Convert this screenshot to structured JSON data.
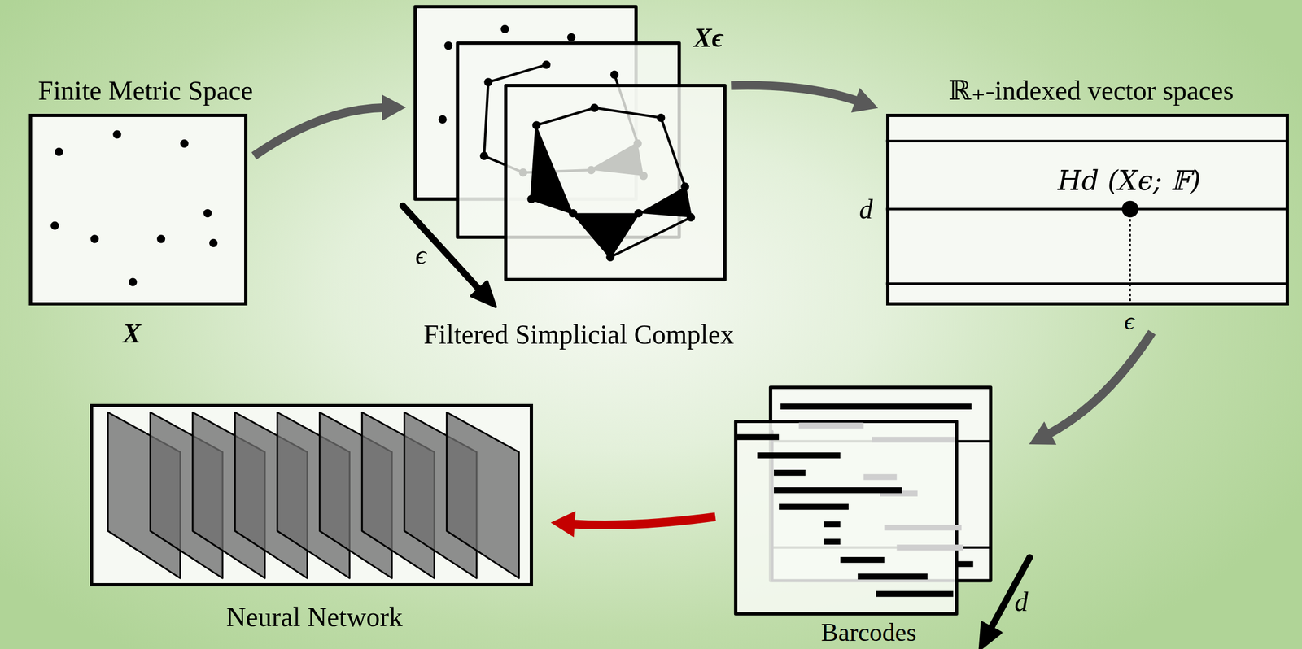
{
  "diagram": {
    "nodes": [
      {
        "text": [
          "Finite Metric Space",
          "X"
        ]
      },
      {
        "text": [
          "Filtered Simplicial Complex"
        ]
      },
      {
        "text": [
          "ℝ₊-indexed vector spaces"
        ]
      },
      {
        "text": [
          "Barcodes"
        ]
      },
      {
        "text": [
          "Neural Network"
        ]
      }
    ],
    "edges": [
      {
        "from": 0,
        "to": 1,
        "arrow": "to"
      },
      {
        "from": 1,
        "to": 2,
        "arrow": "to"
      },
      {
        "from": 2,
        "to": 3,
        "arrow": "to"
      },
      {
        "from": 3,
        "to": 4,
        "arrow": "to"
      }
    ],
    "labels": [
      "Xϵ",
      "ϵ",
      "d",
      "Hd (Xϵ; 𝔽)",
      "ϵ",
      "d"
    ]
  }
}
